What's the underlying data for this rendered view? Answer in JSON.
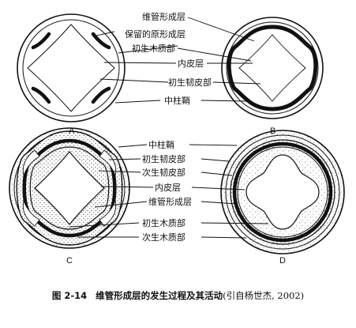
{
  "labels_top": {
    "vascular_cambium": "维管形成层",
    "retained_procambium": "保留的原形成层",
    "primary_xylem": "初生木质部",
    "endodermis": "内皮层",
    "primary_phloem": "初生韧皮部",
    "pericycle": "中柱鞘"
  },
  "labels_bottom": {
    "pericycle": "中柱鞘",
    "primary_phloem": "初生韧皮部",
    "secondary_phloem": "次生韧皮部",
    "endodermis": "内皮层",
    "vascular_cambium": "维管形成层",
    "primary_xylem": "初生木质部",
    "secondary_xylem": "次生木质部"
  },
  "panels": {
    "a": "A",
    "b": "B",
    "c": "C",
    "d": "D"
  },
  "caption": {
    "figure_number": "图 2-14",
    "title": "维管形成层的发生过程及其活动",
    "source": "(引自杨世杰, 2002)"
  }
}
